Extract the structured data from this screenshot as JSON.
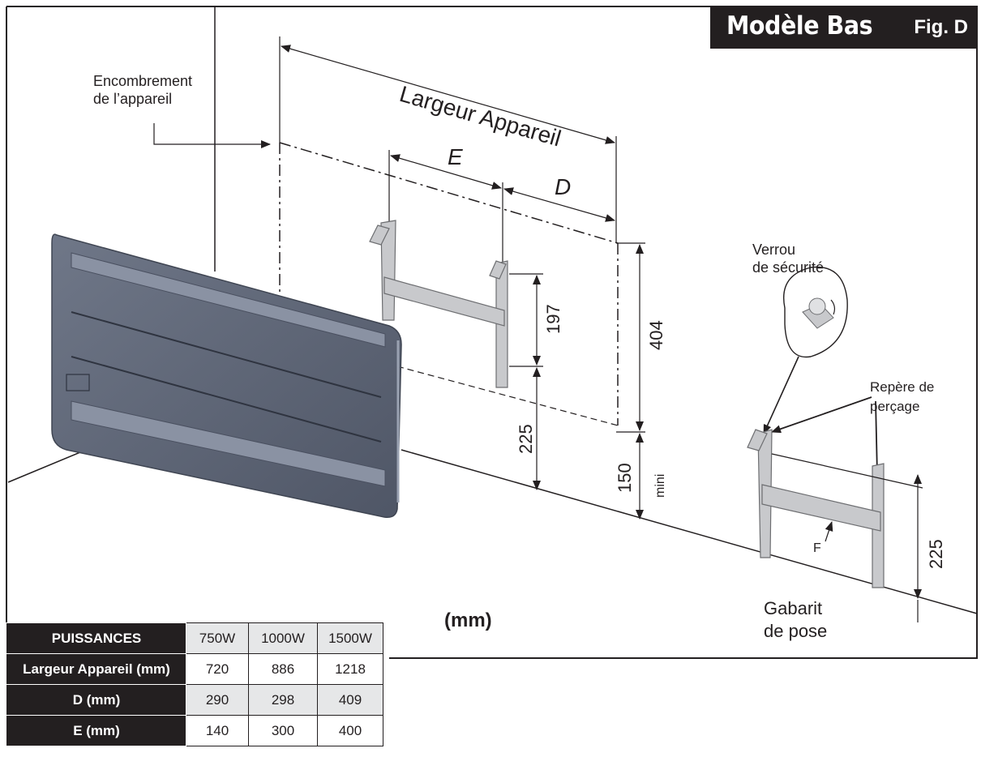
{
  "title": "Modèle Bas",
  "figure": "Fig. D",
  "unit_label": "(mm)",
  "labels": {
    "encombrement_line1": "Encombrement",
    "encombrement_line2": "de l’appareil",
    "largeur_appareil": "Largeur Appareil",
    "dim_e": "E",
    "dim_d": "D",
    "dim_197": "197",
    "dim_404": "404",
    "dim_225_left": "225",
    "dim_150": "150",
    "mini": "mini",
    "verrou_line1": "Verrou",
    "verrou_line2": "de sécurité",
    "repere_line1": "Repère de",
    "repere_line2": "perçage",
    "f": "F",
    "dim_225_right": "225",
    "gabarit_line1": "Gabarit",
    "gabarit_line2": "de pose"
  },
  "table": {
    "header": [
      "PUISSANCES",
      "750W",
      "1000W",
      "1500W"
    ],
    "rows": [
      {
        "label": "Largeur Appareil (mm)",
        "values": [
          "720",
          "886",
          "1218"
        ]
      },
      {
        "label": "D (mm)",
        "values": [
          "290",
          "298",
          "409"
        ]
      },
      {
        "label": "E (mm)",
        "values": [
          "140",
          "300",
          "400"
        ]
      }
    ]
  }
}
